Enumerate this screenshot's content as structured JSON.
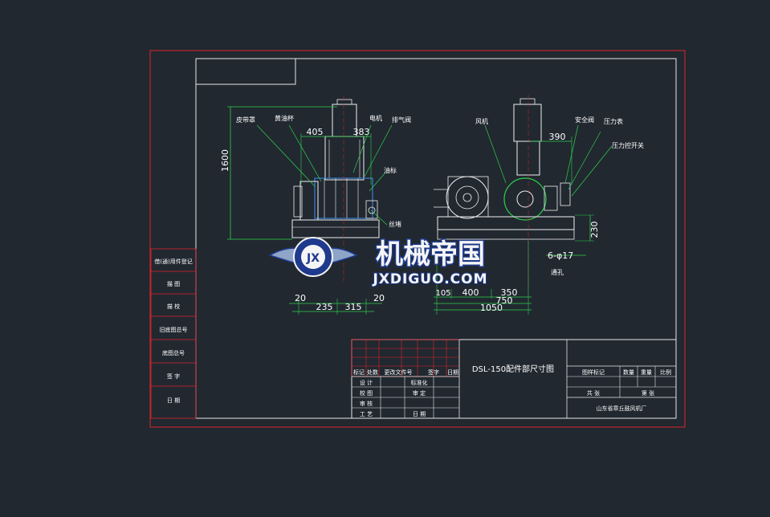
{
  "colors": {
    "background": "#212830",
    "sheet_border": "#e0232a",
    "frame": "#e8e8e8",
    "dimension": "#2fd04a",
    "leader": "#2fd04a",
    "machine": "#f0f0f0",
    "component": "#3a7fd0",
    "label": "#ffffff",
    "watermark_blue": "#1f3a8c",
    "watermark_text": "#f5f5f5"
  },
  "dimensions": {
    "height_1600": "1600",
    "top_405": "405",
    "top_383": "383",
    "top_390": "390",
    "right_230": "230",
    "bolt_holes": "6-φ17",
    "bolt_note": "通孔",
    "bottom_left": [
      "20",
      "235",
      "315",
      "20"
    ],
    "bottom_right": [
      "105",
      "400",
      "350",
      "750",
      "1050"
    ]
  },
  "callouts": {
    "belt_cover": "皮带罩",
    "oil_cup": "黄油杯",
    "motor": "电机",
    "exhaust": "排气阀",
    "oil_mark": "油标",
    "pipe": "丝堵",
    "fan": "风机",
    "safety_valve": "安全阀",
    "pressure_gauge": "压力表",
    "pressure_switch": "压力控开关"
  },
  "side_labels": [
    "借(通)用件登记",
    "描 图",
    "描 校",
    "旧底图总号",
    "底图总号",
    "签 字",
    "日 期"
  ],
  "title_block": {
    "headers": [
      "标记",
      "处数",
      "更改文件号",
      "签字",
      "日期"
    ],
    "design": "设 计",
    "drafting": "校 图",
    "review": "审 核",
    "process": "工 艺",
    "standardize": "标准化",
    "approve": "审 定",
    "date": "日 期",
    "drawing_title": "DSL-150配件部尺寸图",
    "stage": "图样标记",
    "weight": "数量",
    "mass": "重量",
    "scale": "比例",
    "sheets_total": "共 张",
    "sheet_no": "第 张",
    "company": "山东省章丘鼓风机厂"
  },
  "watermark": {
    "title": "机械帝国",
    "url": "JXDIGUO.COM"
  }
}
